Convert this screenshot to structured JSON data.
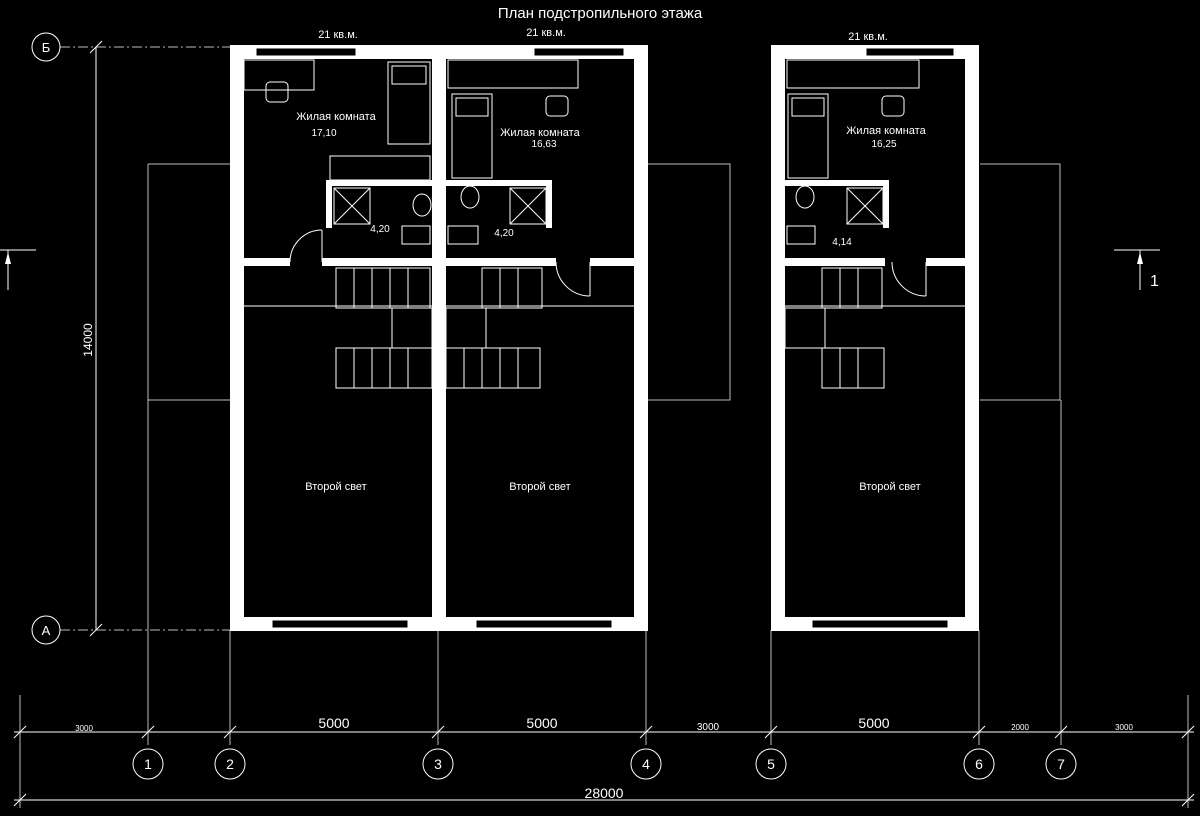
{
  "title": "План подстропильного этажа",
  "units": [
    {
      "area_label": "21 кв.м.",
      "room_name": "Жилая комната",
      "room_area": "17,10",
      "bath_area": "4,20",
      "light_label": "Второй свет"
    },
    {
      "area_label": "21 кв.м.",
      "room_name": "Жилая комната",
      "room_area": "16,63",
      "bath_area": "4,20",
      "light_label": "Второй свет"
    },
    {
      "area_label": "21 кв.м.",
      "room_name": "Жилая комната",
      "room_area": "16,25",
      "bath_area": "4,14",
      "light_label": "Второй свет"
    }
  ],
  "axes_letters": [
    "Б",
    "А"
  ],
  "axes_numbers": [
    "1",
    "2",
    "3",
    "4",
    "5",
    "6",
    "7"
  ],
  "vertical_dimension": "14000",
  "dimensions": [
    "3000",
    "5000",
    "5000",
    "3000",
    "5000",
    "2000",
    "3000"
  ],
  "total_dimension": "28000",
  "section_mark": "1",
  "colors": {
    "background": "#000000",
    "lines": "#ffffff",
    "secondary_lines": "#bdbdbd"
  }
}
